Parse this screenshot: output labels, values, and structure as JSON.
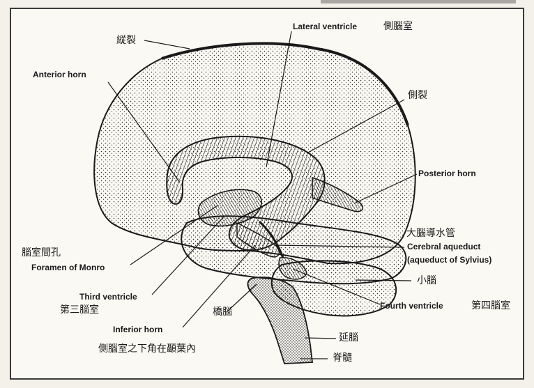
{
  "labels": {
    "longitudinal_fissure_zh": "縱裂",
    "anterior_horn_en": "Anterior horn",
    "lateral_ventricle_en": "Lateral ventricle",
    "lateral_ventricle_zh": "側腦室",
    "lateral_fissure_zh": "側裂",
    "posterior_horn_en": "Posterior horn",
    "foramen_zh": "腦室間孔",
    "foramen_en": "Foramen of Monro",
    "cerebral_aqueduct_zh": "大腦導水管",
    "cerebral_aqueduct_en": "Cerebral aqueduct",
    "aqueduct_sylvius_en": "(aqueduct of Sylvius)",
    "cerebellum_zh": "小腦",
    "third_ventricle_en": "Third ventricle",
    "third_ventricle_zh": "第三腦室",
    "pons_zh": "橋腦",
    "fourth_ventricle_en": "Fourth ventricle",
    "fourth_ventricle_zh": "第四腦室",
    "inferior_horn_en": "Inferior horn",
    "inferior_horn_zh": "側腦室之下角在顳葉內",
    "medulla_zh": "延腦",
    "spinal_cord_zh": "脊髓"
  },
  "colors": {
    "ink": "#1a1a1a",
    "paper": "#fbf9f4",
    "stipple": "#2b2b2b"
  }
}
